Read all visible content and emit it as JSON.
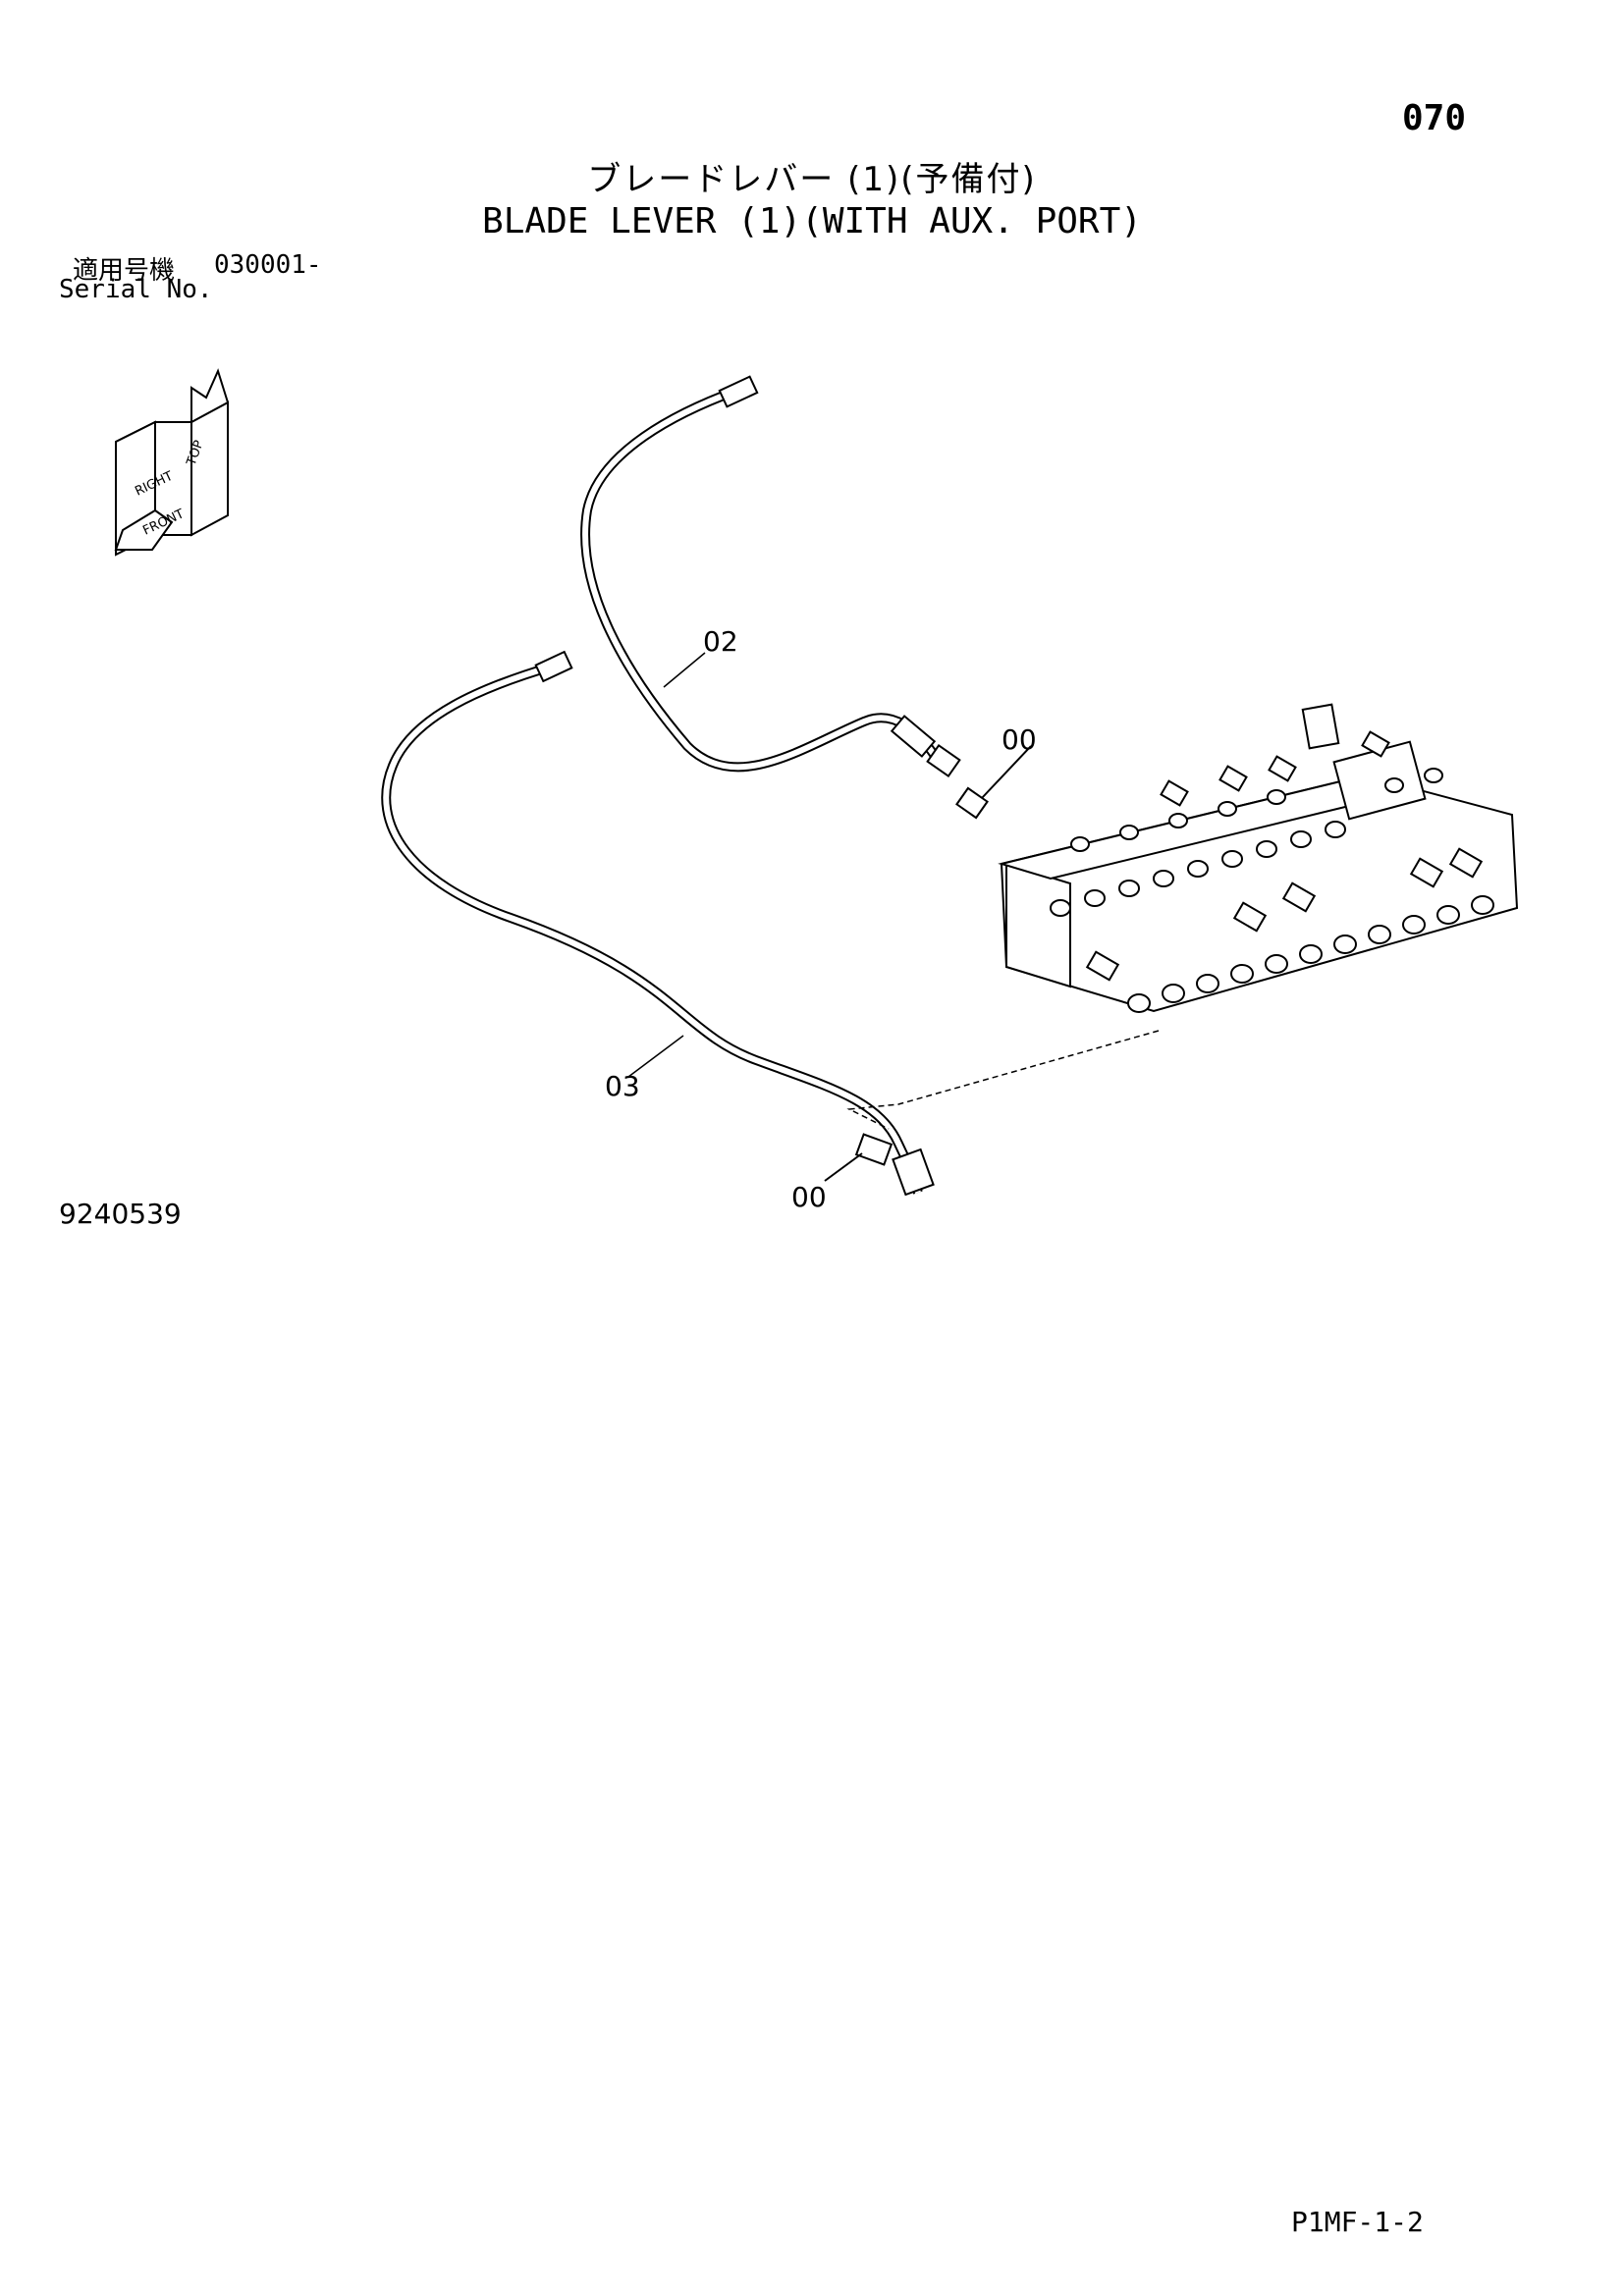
{
  "header": {
    "page_number": "070",
    "title_jp": "ブレードレバー (1)(予備付)",
    "title_en": "BLADE LEVER (1)(WITH AUX. PORT)"
  },
  "serial": {
    "label_jp": "適用号機",
    "value": "030001-",
    "label_en": "Serial No."
  },
  "orientation_icon": {
    "name": "orientation-cube-icon",
    "labels": [
      "TOP",
      "RIGHT",
      "FRONT"
    ]
  },
  "callouts": {
    "hose_upper": "02",
    "fitting_upper": "00",
    "hose_lower": "03",
    "fitting_lower": "00"
  },
  "footer": {
    "drawing_id": "9240539",
    "sheet_code": "P1MF-1-2"
  }
}
